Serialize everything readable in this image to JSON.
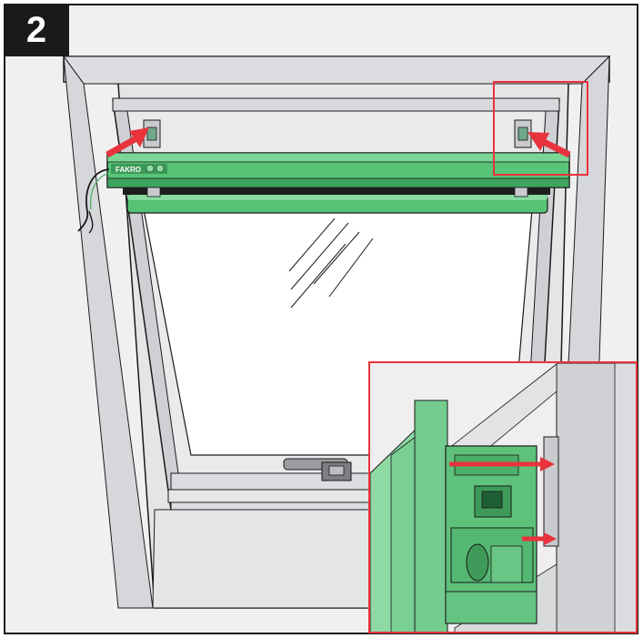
{
  "step": {
    "number": "2"
  },
  "blind": {
    "brand_label": "FAKRO"
  },
  "colors": {
    "blind_green": "#4fbf6e",
    "blind_green_dark": "#2f8f48",
    "highlight_red": "#e8333c",
    "frame_grey": "#d9dadc",
    "wall_grey": "#efefef"
  },
  "callout": {
    "highlight_box": "top-right-bracket",
    "detail_inset": "bottom-right"
  }
}
